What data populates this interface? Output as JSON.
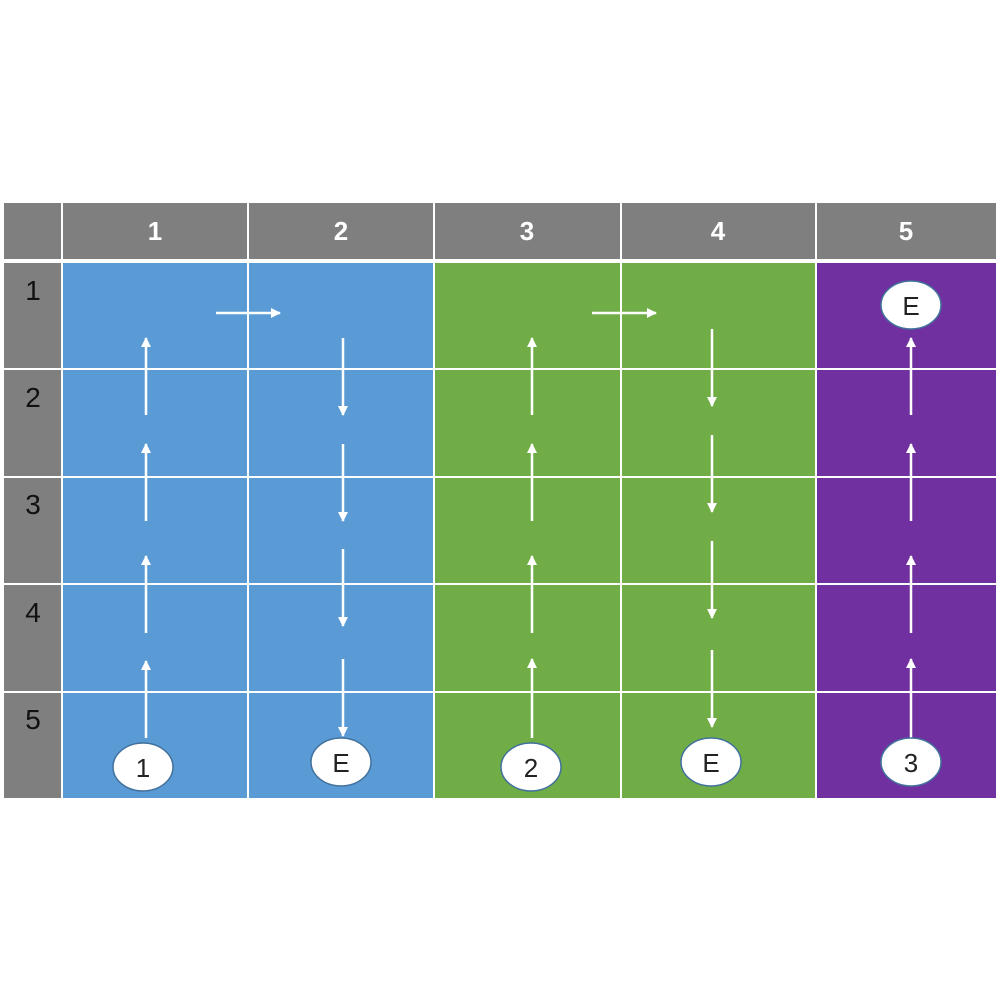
{
  "columns": [
    "1",
    "2",
    "3",
    "4",
    "5"
  ],
  "rows": [
    "1",
    "2",
    "3",
    "4",
    "5"
  ],
  "colors": {
    "header": "#7f7f7f",
    "gridline": "#ffffff",
    "zone_blue": "#5b9bd5",
    "zone_green": "#70ad47",
    "zone_purple": "#7030a0",
    "arrow": "#ffffff",
    "node_fill": "#ffffff",
    "node_border": "#41719c"
  },
  "zones": [
    {
      "name": "blue",
      "columns": [
        "1",
        "2"
      ],
      "color": "#5b9bd5"
    },
    {
      "name": "green",
      "columns": [
        "3",
        "4"
      ],
      "color": "#70ad47"
    },
    {
      "name": "purple",
      "columns": [
        "5"
      ],
      "color": "#7030a0"
    }
  ],
  "nodes": [
    {
      "label": "1",
      "column": "1",
      "row": "5",
      "kind": "start"
    },
    {
      "label": "E",
      "column": "2",
      "row": "5",
      "kind": "end"
    },
    {
      "label": "2",
      "column": "3",
      "row": "5",
      "kind": "start"
    },
    {
      "label": "E",
      "column": "4",
      "row": "5",
      "kind": "end"
    },
    {
      "label": "3",
      "column": "5",
      "row": "5",
      "kind": "start"
    },
    {
      "label": "E",
      "column": "5",
      "row": "1",
      "kind": "end"
    }
  ],
  "paths": [
    {
      "zone": "blue",
      "route": "up column 1, right to column 2, down column 2"
    },
    {
      "zone": "green",
      "route": "up column 3, right to column 4, down column 4"
    },
    {
      "zone": "purple",
      "route": "up column 5"
    }
  ]
}
